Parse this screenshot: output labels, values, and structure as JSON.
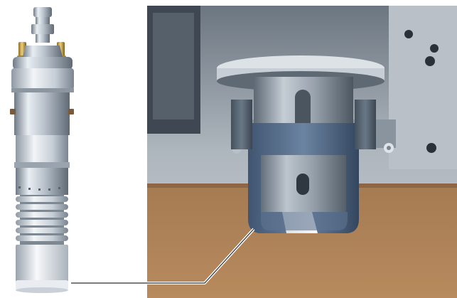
{
  "figure": {
    "left_photo": "tool-module",
    "right_photo": "tool-head-closeup",
    "callout": "leader-line"
  },
  "colors": {
    "background": "#ffffff",
    "metal_light": "#e6ebf0",
    "metal_mid": "#aeb7c1",
    "metal_dark": "#5f6a75",
    "brass": "#c9a14a",
    "cardboard": "#b8865b",
    "cardboard_dark": "#8e6645",
    "cutter_blue_gray": "#4e6480",
    "leader_line": "#2a2f34"
  }
}
